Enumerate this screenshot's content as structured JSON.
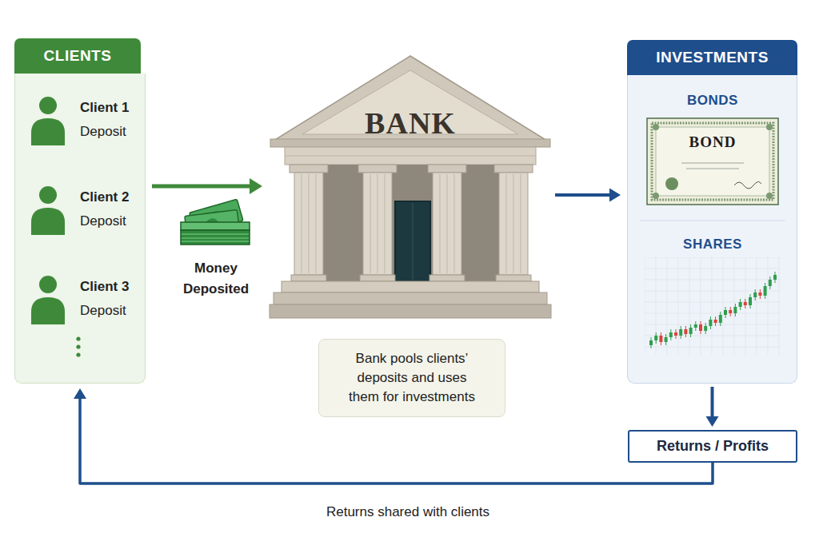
{
  "diagram": {
    "nodes": [
      {
        "text": [
          "CLIENTS"
        ]
      },
      {
        "text": [
          "Client 1",
          "Deposit"
        ],
        "in": 0
      },
      {
        "text": [
          "Client 2",
          "Deposit"
        ],
        "in": 0
      },
      {
        "text": [
          "Client 3",
          "Deposit"
        ],
        "in": 0
      },
      {
        "text": [
          "BANK"
        ]
      },
      {
        "text": [
          "Bank pools clients’ deposits and uses them for investments"
        ]
      },
      {
        "text": [
          "INVESTMENTS"
        ]
      },
      {
        "text": [
          "BONDS",
          "BOND"
        ],
        "in": 6
      },
      {
        "text": [
          "SHARES"
        ],
        "in": 6
      },
      {
        "text": [
          "Returns / Profits"
        ]
      }
    ],
    "edges": [
      {
        "from": 0,
        "to": 4,
        "arrow": "to",
        "label": "Money Deposited"
      },
      {
        "from": 4,
        "to": 6,
        "arrow": "to"
      },
      {
        "from": 6,
        "to": 9,
        "arrow": "to"
      },
      {
        "from": 9,
        "to": 0,
        "arrow": "to",
        "label": "Returns shared with clients"
      }
    ]
  }
}
